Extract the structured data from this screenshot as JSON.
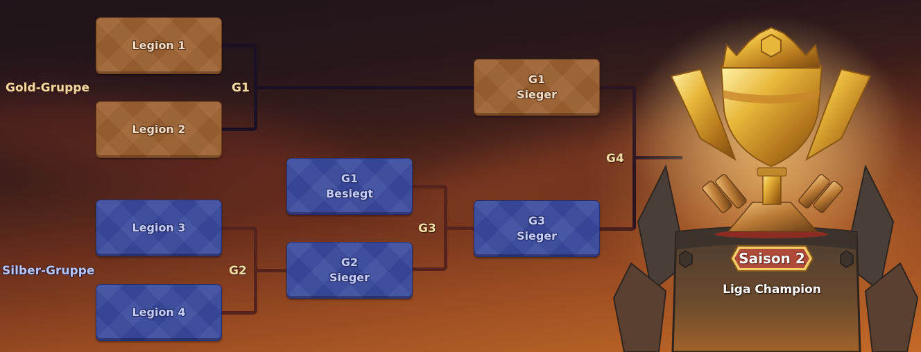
{
  "groups": {
    "gold": {
      "label": "Gold-Gruppe",
      "color": "#9c6232"
    },
    "silver": {
      "label": "Silber-Gruppe",
      "color": "#3a4b9e"
    }
  },
  "matches": {
    "g1": "G1",
    "g2": "G2",
    "g3": "G3",
    "g4": "G4"
  },
  "slots": {
    "legion1": {
      "line1": "Legion 1",
      "line2": ""
    },
    "legion2": {
      "line1": "Legion 2",
      "line2": ""
    },
    "legion3": {
      "line1": "Legion 3",
      "line2": ""
    },
    "legion4": {
      "line1": "Legion 4",
      "line2": ""
    },
    "g1_loser": {
      "line1": "G1",
      "line2": "Besiegt"
    },
    "g2_winner": {
      "line1": "G2",
      "line2": "Sieger"
    },
    "g1_winner": {
      "line1": "G1",
      "line2": "Sieger"
    },
    "g3_winner": {
      "line1": "G3",
      "line2": "Sieger"
    }
  },
  "trophy": {
    "season_badge": "Saison 2",
    "title": "Liga Champion"
  }
}
